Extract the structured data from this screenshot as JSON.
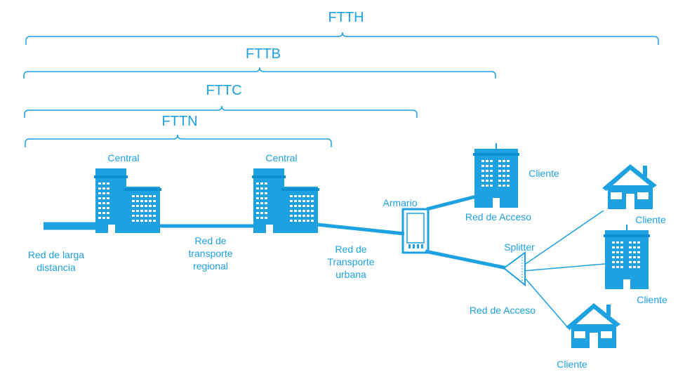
{
  "colors": {
    "accent": "#1da1e0",
    "dark": "#0b8fd1",
    "white": "#ffffff"
  },
  "brackets": {
    "ftth": "FTTH",
    "fttb": "FTTB",
    "fttc": "FTTC",
    "fttn": "FTTN"
  },
  "buildings": {
    "central1": "Central",
    "central2": "Central",
    "armario": "Armario",
    "client_office_top": "Cliente",
    "client_house_top": "Cliente",
    "client_office_mid": "Cliente",
    "client_house_bottom": "Cliente"
  },
  "links": {
    "long_distance": "Red de larga distancia",
    "regional_1": "Red de",
    "regional_2": "transporte",
    "regional_3": "regional",
    "urban_1": "Red de",
    "urban_2": "Transporte",
    "urban_3": "urbana",
    "access_top": "Red de Acceso",
    "access_bottom": "Red de Acceso",
    "splitter": "Splitter"
  },
  "icons": {
    "central": "office-building-icon",
    "armario": "street-cabinet-icon",
    "splitter": "optical-splitter-icon",
    "house": "house-icon"
  }
}
